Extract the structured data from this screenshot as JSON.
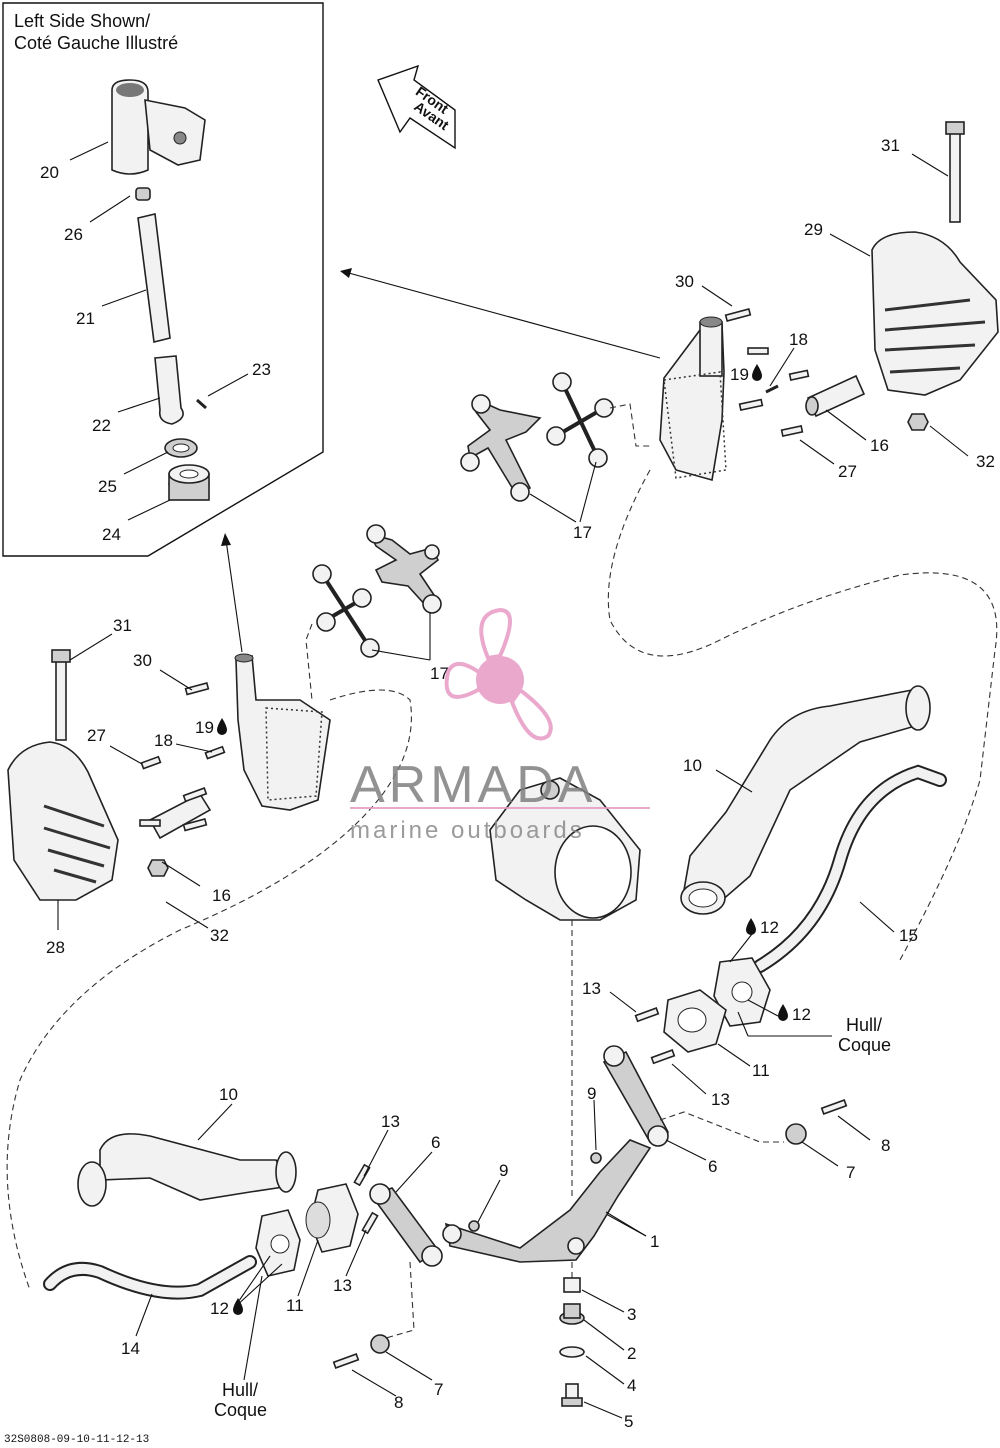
{
  "inset": {
    "title_line1": "Left Side Shown/",
    "title_line2": "Coté Gauche Illustré"
  },
  "direction": {
    "line1": "Front",
    "line2": "Avant"
  },
  "watermark": {
    "brand": "ARMADA",
    "tagline": "marine outboards",
    "color": "#e79ac4"
  },
  "callouts": [
    {
      "id": "c20",
      "text": "20"
    },
    {
      "id": "c26",
      "text": "26"
    },
    {
      "id": "c21",
      "text": "21"
    },
    {
      "id": "c23",
      "text": "23"
    },
    {
      "id": "c22",
      "text": "22"
    },
    {
      "id": "c25",
      "text": "25"
    },
    {
      "id": "c24",
      "text": "24"
    },
    {
      "id": "c31a",
      "text": "31"
    },
    {
      "id": "c29",
      "text": "29"
    },
    {
      "id": "c30a",
      "text": "30"
    },
    {
      "id": "c18a",
      "text": "18"
    },
    {
      "id": "c19a",
      "text": "19"
    },
    {
      "id": "c16a",
      "text": "16"
    },
    {
      "id": "c27a",
      "text": "27"
    },
    {
      "id": "c32a",
      "text": "32"
    },
    {
      "id": "c17a",
      "text": "17"
    },
    {
      "id": "c31b",
      "text": "31"
    },
    {
      "id": "c30b",
      "text": "30"
    },
    {
      "id": "c17b",
      "text": "17"
    },
    {
      "id": "c19b",
      "text": "19"
    },
    {
      "id": "c27b",
      "text": "27"
    },
    {
      "id": "c18b",
      "text": "18"
    },
    {
      "id": "c16b",
      "text": "16"
    },
    {
      "id": "c32b",
      "text": "32"
    },
    {
      "id": "c28",
      "text": "28"
    },
    {
      "id": "c10a",
      "text": "10"
    },
    {
      "id": "c12a",
      "text": "12"
    },
    {
      "id": "c15",
      "text": "15"
    },
    {
      "id": "c13a",
      "text": "13"
    },
    {
      "id": "c12b",
      "text": "12"
    },
    {
      "id": "c11a",
      "text": "11"
    },
    {
      "id": "c13b",
      "text": "13"
    },
    {
      "id": "c9a",
      "text": "9"
    },
    {
      "id": "c10b",
      "text": "10"
    },
    {
      "id": "c13c",
      "text": "13"
    },
    {
      "id": "c6a",
      "text": "6"
    },
    {
      "id": "c9b",
      "text": "9"
    },
    {
      "id": "c6b",
      "text": "6"
    },
    {
      "id": "c8a",
      "text": "8"
    },
    {
      "id": "c7a",
      "text": "7"
    },
    {
      "id": "c1",
      "text": "1"
    },
    {
      "id": "c3",
      "text": "3"
    },
    {
      "id": "c12c",
      "text": "12"
    },
    {
      "id": "c11b",
      "text": "11"
    },
    {
      "id": "c13d",
      "text": "13"
    },
    {
      "id": "c14",
      "text": "14"
    },
    {
      "id": "c2",
      "text": "2"
    },
    {
      "id": "c7b",
      "text": "7"
    },
    {
      "id": "c4",
      "text": "4"
    },
    {
      "id": "c8b",
      "text": "8"
    },
    {
      "id": "c5",
      "text": "5"
    }
  ],
  "hull_right": {
    "line1": "Hull/",
    "line2": "Coque"
  },
  "hull_left": {
    "line1": "Hull/",
    "line2": "Coque"
  },
  "reference_code": "32S0808-09-10-11-12-13"
}
